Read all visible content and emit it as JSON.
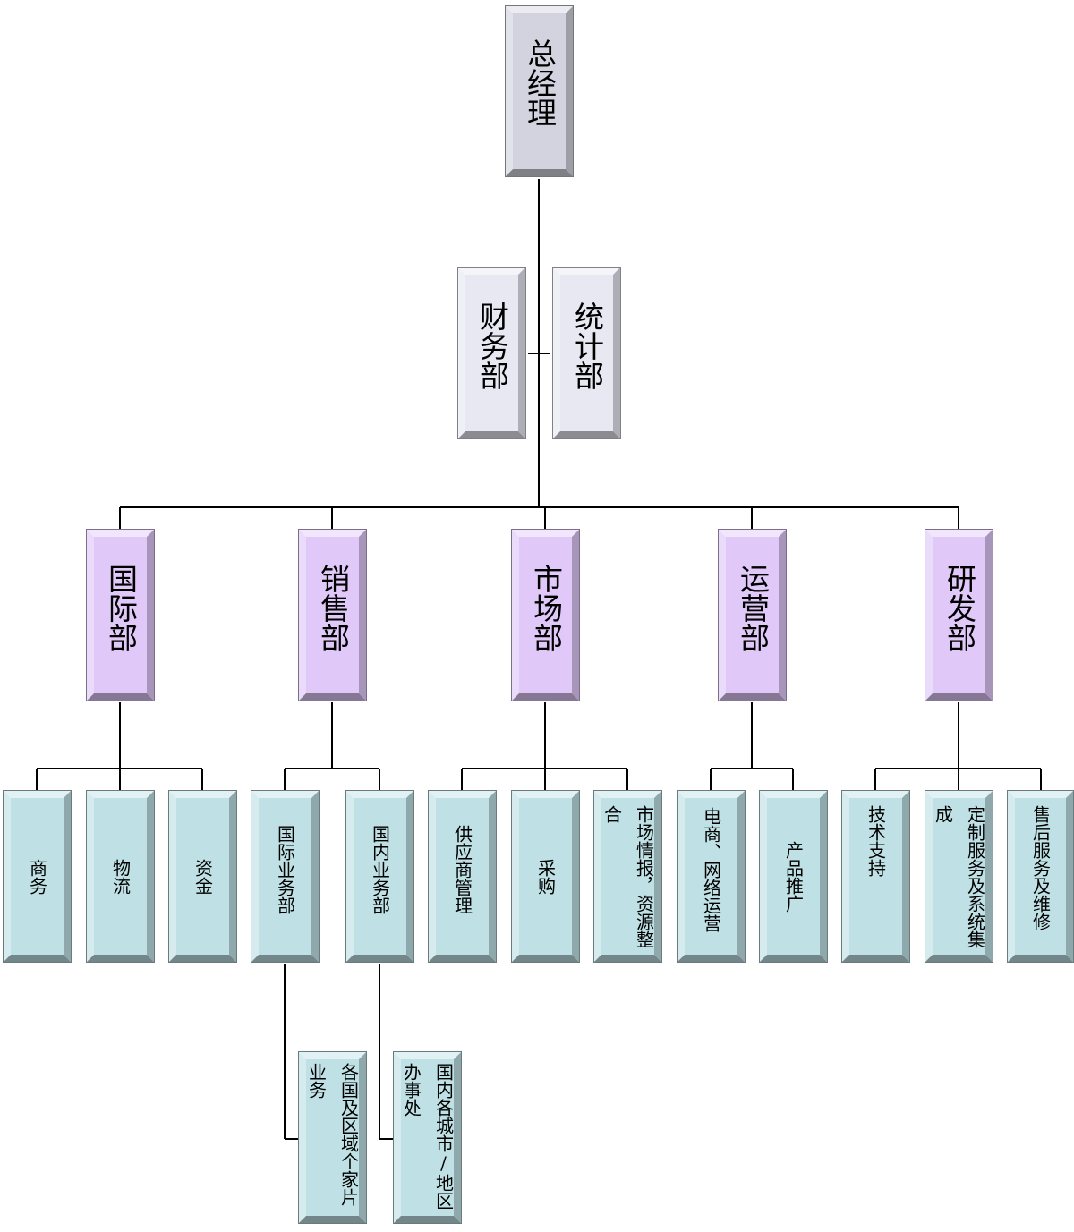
{
  "chart": {
    "root": {
      "label": "总经理"
    },
    "staff": [
      {
        "label": "财务部"
      },
      {
        "label": "统计部"
      }
    ],
    "departments": [
      {
        "label": "国际部",
        "children": [
          {
            "label": "商务"
          },
          {
            "label": "物流"
          },
          {
            "label": "资金"
          }
        ]
      },
      {
        "label": "销售部",
        "children": [
          {
            "label": "国际业务部",
            "children": [
              {
                "label": "各国及区域个家片业务"
              }
            ]
          },
          {
            "label": "国内业务部",
            "children": [
              {
                "label": "国内各城市/地区办事处"
              }
            ]
          }
        ]
      },
      {
        "label": "市场部",
        "children": [
          {
            "label": "供应商管理"
          },
          {
            "label": "采购"
          },
          {
            "label": "市场情报，资源整合"
          }
        ]
      },
      {
        "label": "运营部",
        "children": [
          {
            "label": "电商、网络运营"
          },
          {
            "label": "产品推广"
          }
        ]
      },
      {
        "label": "研发部",
        "children": [
          {
            "label": "技术支持"
          },
          {
            "label": "定制服务及系统集成"
          },
          {
            "label": "售后服务及维修"
          }
        ]
      }
    ]
  },
  "colors": {
    "root": "#d3d3df",
    "staff": "#e8e8f2",
    "department": "#e0c8f8",
    "unit": "#bfe0e4",
    "line": "#000000"
  }
}
